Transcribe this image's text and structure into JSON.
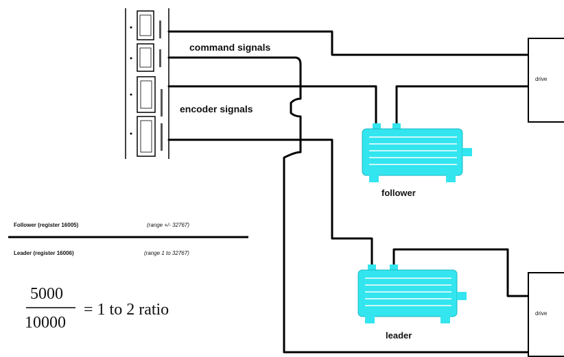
{
  "labels": {
    "command_signals": "command signals",
    "encoder_signals": "encoder signals",
    "follower_motor": "follower",
    "leader_motor": "leader",
    "drive_top": "drive",
    "drive_bottom": "drive"
  },
  "ratio_definition": {
    "numerator_name": "Follower (register 16005)",
    "numerator_range": "(range +/- 32767)",
    "denominator_name": "Leader (register 16006)",
    "denominator_range": "(range 1 to 32767)"
  },
  "ratio_example": {
    "numerator": "5000",
    "denominator": "10000",
    "result": "= 1 to 2 ratio"
  },
  "colors": {
    "motor": "#33e5ee",
    "wire": "#000000"
  }
}
